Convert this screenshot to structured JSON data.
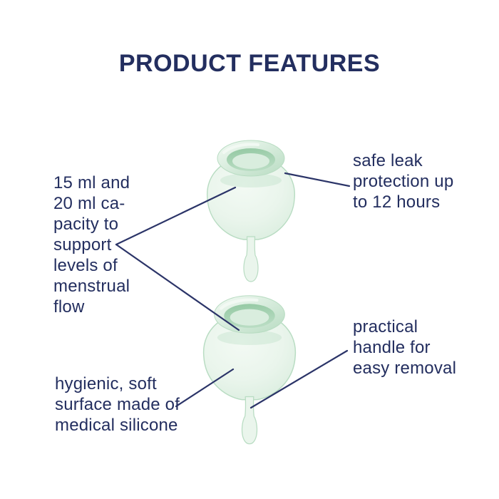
{
  "page": {
    "title": "PRODUCT FEATURES"
  },
  "colors": {
    "text_navy": "#232e5f",
    "line_navy": "#2b3468",
    "cup_pale": "#eaf5ec",
    "cup_light": "#d9edde",
    "cup_mid": "#b8dcc2",
    "cup_dark": "#93c8a2",
    "cup_highlight": "#f3faf4",
    "background": "#ffffff"
  },
  "annotations": {
    "capacity": {
      "text": "15 ml and\n20 ml ca-\npacity to\nsupport\nlevels of\nmenstrual\nflow"
    },
    "leak_protection": {
      "text": "safe leak\nprotection up\nto 12 hours"
    },
    "handle": {
      "text": "practical\nhandle for\neasy removal"
    },
    "surface": {
      "text": "hygienic, soft\nsurface made of\nmedical silicone"
    }
  }
}
